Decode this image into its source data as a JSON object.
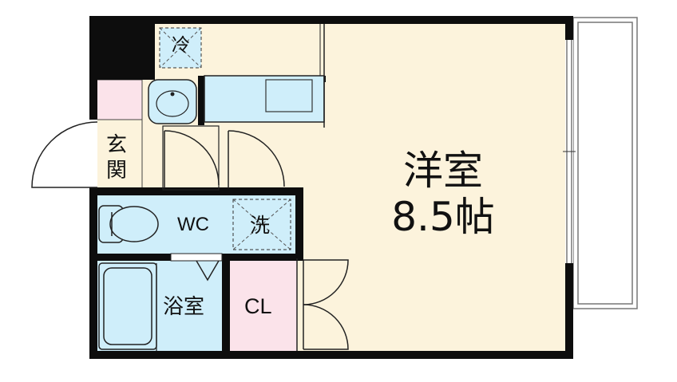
{
  "rooms": {
    "western_room": {
      "name": "洋室",
      "size": "8.5帖"
    },
    "toilet": "WC",
    "washer": "洗",
    "bathroom": "浴室",
    "closet": "CL",
    "refrigerator": "冷",
    "entrance": {
      "line1": "玄",
      "line2": "関"
    }
  },
  "colors": {
    "wall": "#0d0d0d",
    "floor": "#fcf3dc",
    "wet_area": "#cfeefa",
    "storage": "#fbe3ea",
    "outline": "#222222"
  }
}
